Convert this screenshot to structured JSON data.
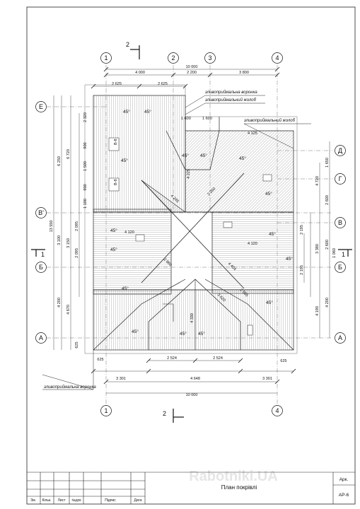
{
  "axes": {
    "top": [
      "1",
      "2",
      "3",
      "4"
    ],
    "bottom": [
      "1",
      "4"
    ],
    "left": [
      "Е",
      "В'",
      "Б",
      "А"
    ],
    "right": [
      "Д",
      "Г",
      "В",
      "Б",
      "А"
    ]
  },
  "section_marks": {
    "vertical": "2",
    "horizontal": "1"
  },
  "dims": {
    "top_total": "10 000",
    "top_spans": [
      "4 000",
      "2 200",
      "3 800"
    ],
    "top_inner": [
      "2 625",
      "2 625"
    ],
    "bottom_total": "10 000",
    "bottom_spans": [
      "3 301",
      "4 648",
      "3 301"
    ],
    "bottom_inner": [
      "2 524",
      "2 524"
    ],
    "edge_625": "625",
    "left_total": "13 550",
    "left_outer": [
      "6 250",
      "3 100",
      "4 200"
    ],
    "left_inner": [
      "6 720",
      "3 150",
      "4 670",
      "625"
    ],
    "left_stack": [
      "2 320",
      "900",
      "1 500",
      "900",
      "1 100",
      "2 095",
      "2 095"
    ],
    "right_outer": [
      "1 650",
      "2 600",
      "2 600",
      "4 200"
    ],
    "right_mid": [
      "4 720",
      "3 380",
      "4 190",
      "1 060"
    ],
    "right_inner": [
      "2 195",
      "2 195"
    ],
    "roof": [
      "1 600",
      "1 600",
      "4 125",
      "4 225",
      "2 260",
      "4 245",
      "4 120",
      "4 120",
      "2 860",
      "4 404",
      "2 555",
      "3 620",
      "4 330"
    ]
  },
  "angle": "45°",
  "labels": {
    "funnel_top": "зливоприймальна воронка",
    "gutter_top": "зливоприймальний жолоб",
    "gutter_right": "зливоприймальний жолоб",
    "funnel_bottom": "зливоприймальна воронка",
    "vent": "В-8"
  },
  "title_block": {
    "title": "План покрівлі",
    "headers": [
      "Зм.",
      "Кільк.",
      "Лист",
      "№док",
      "Підпис",
      "Дата"
    ],
    "sheet_label": "Арк.",
    "sheet_code": "АР-6"
  },
  "watermark": "Rabotniki.UA"
}
